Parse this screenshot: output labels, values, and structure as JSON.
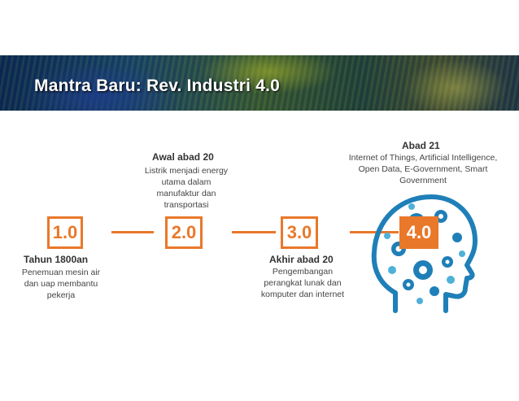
{
  "banner": {
    "title": "Mantra Baru: Rev. Industri 4.0"
  },
  "stages": [
    {
      "version": "1.0",
      "title": "Tahun 1800an",
      "description": [
        "Penemuan mesin air",
        "dan uap membantu",
        "pekerja"
      ]
    },
    {
      "version": "2.0",
      "title": "Awal abad 20",
      "description": [
        "Listrik menjadi energy",
        "utama dalam",
        "manufaktur dan",
        "transportasi"
      ]
    },
    {
      "version": "3.0",
      "title": "Akhir abad 20",
      "description": [
        "Pengembangan",
        "perangkat lunak dan",
        "komputer dan internet"
      ]
    },
    {
      "version": "4.0",
      "title": "Abad 21",
      "description": [
        "Internet of Things, Artificial Intelligence,",
        "Open Data, E-Government, Smart",
        "Government"
      ]
    }
  ],
  "colors": {
    "accent": "#e9782a",
    "head_blue": "#1f7fb8",
    "gear_light": "#4fb0d8"
  },
  "icons": {
    "head": "head-gears-icon"
  }
}
